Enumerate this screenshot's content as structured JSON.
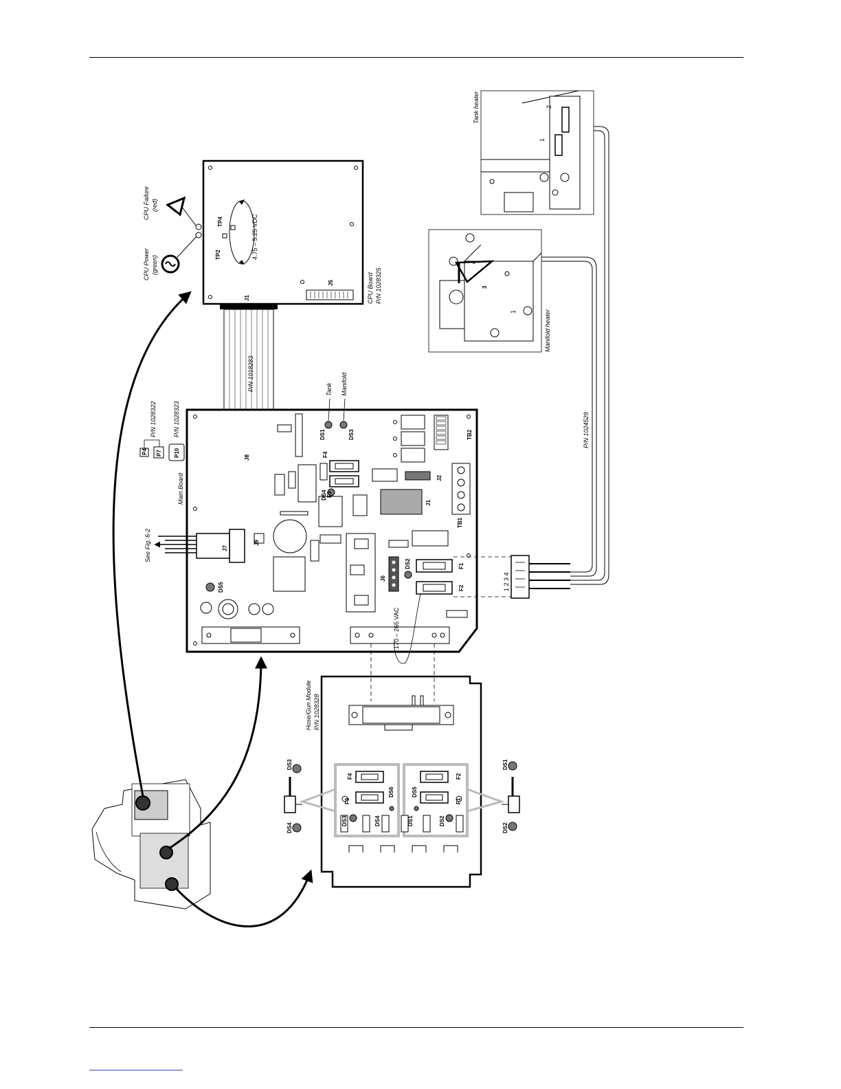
{
  "labels": {
    "cpu_power": "CPU Power",
    "cpu_power_color": "(green)",
    "cpu_failure": "CPU Failure",
    "cpu_failure_color": "(red)",
    "tp2": "TP2",
    "tp4": "TP4",
    "voltage": "4.75 – 5.25 VDC",
    "j1_cpu": "J1",
    "j5": "J5",
    "cpu_board": "CPU Board",
    "cpu_board_pn": "P/N 1028325",
    "ribbon_pn": "P/N 1018283",
    "main_board": "Main Board",
    "p4": "P4",
    "p7": "P7",
    "p10": "P10",
    "pn_1028322": "P/N 1028322",
    "pn_1028323": "P/N 1028323",
    "see_fig": "See Fig. 6-2",
    "j6": "J6",
    "j7": "J7",
    "j9": "J9",
    "j2": "J2",
    "j1_main": "J1",
    "tb1": "TB1",
    "tb2": "TB2",
    "ds1": "DS1",
    "ds2": "DS2",
    "ds3": "DS3",
    "ds4": "DS4",
    "ds5": "DS5",
    "ds6": "DS6",
    "f1": "F1",
    "f2": "F2",
    "f3": "F3",
    "f4": "F4",
    "tank": "Tank",
    "manifold": "Manifold",
    "vac": "170 – 265 VAC",
    "pins_1234": "1 2 3 4",
    "cable_pn": "P/N 1024529",
    "manifold_heater": "Manifold heater",
    "tank_heater": "Tank heater",
    "n1": "1",
    "n2": "2",
    "n3": "3",
    "n4": "4",
    "hose_gun_module": "Hose/Gun Module",
    "hose_gun_pn": "P/N 1028328"
  }
}
